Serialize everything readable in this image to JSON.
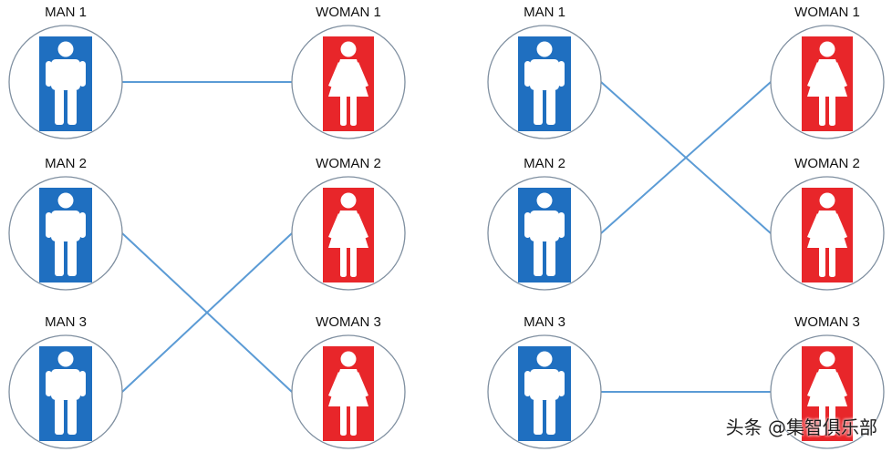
{
  "panels": [
    {
      "men": [
        "MAN 1",
        "MAN 2",
        "MAN 3"
      ],
      "women": [
        "WOMAN 1",
        "WOMAN 2",
        "WOMAN 3"
      ],
      "links": [
        [
          0,
          0
        ],
        [
          1,
          2
        ],
        [
          2,
          1
        ]
      ]
    },
    {
      "men": [
        "MAN 1",
        "MAN 2",
        "MAN 3"
      ],
      "women": [
        "WOMAN 1",
        "WOMAN 2",
        "WOMAN 3"
      ],
      "links": [
        [
          0,
          1
        ],
        [
          1,
          0
        ],
        [
          2,
          2
        ]
      ]
    }
  ],
  "colors": {
    "man_fill": "#1f6fc0",
    "woman_fill": "#e8262a",
    "link_line": "#5b9bd5",
    "circle_stroke": "#7f8fa0",
    "label_text": "#111111"
  },
  "icons": {
    "man": "man-figure-icon",
    "woman": "woman-figure-icon"
  },
  "watermark": "头条 @集智俱乐部"
}
